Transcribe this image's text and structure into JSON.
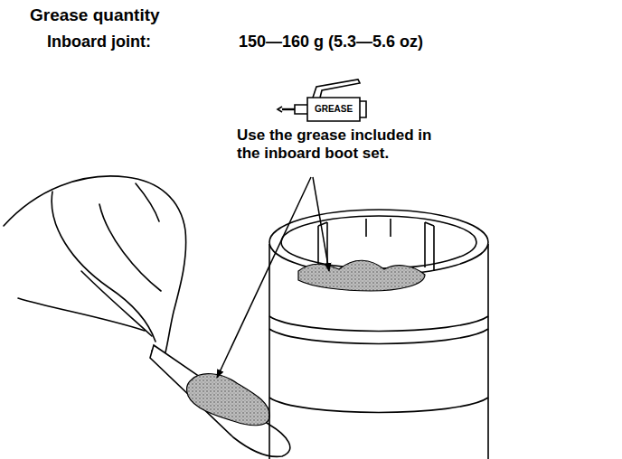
{
  "diagram": {
    "title": "Grease quantity",
    "labels": [
      "Inboard joint:",
      "150—160 g (5.3—5.6 oz)",
      "GREASE",
      "Use the grease included in the inboard boot set."
    ]
  }
}
